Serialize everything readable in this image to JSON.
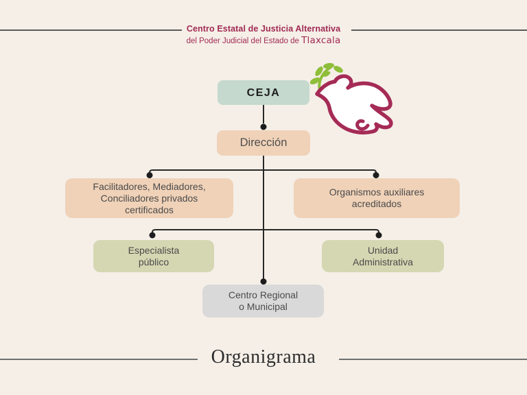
{
  "page": {
    "background_color": "#f5efe8"
  },
  "header": {
    "title": "Centro Estatal de Justicia Alternativa",
    "subtitle_prefix": "del Poder Judicial del Estado de ",
    "subtitle_brand": "Tlaxcala",
    "accent_color": "#a12a52"
  },
  "org_chart": {
    "nodes": {
      "ceja": {
        "label": "CEJA",
        "lines": [
          "CEJA"
        ],
        "color": "#c5d9ce"
      },
      "direccion": {
        "label": "Dirección",
        "lines": [
          "Dirección"
        ],
        "color": "#f0d2b8"
      },
      "facilitadores": {
        "label": "Facilitadores, Mediadores, Conciliadores privados certificados",
        "lines": [
          "Facilitadores, Mediadores,",
          "Conciliadores privados",
          "certificados"
        ],
        "color": "#f0d2b8"
      },
      "organismos": {
        "label": "Organismos auxiliares acreditados",
        "lines": [
          "Organismos auxiliares",
          "acreditados"
        ],
        "color": "#f0d2b8"
      },
      "especialista": {
        "label": "Especialista público",
        "lines": [
          "Especialista",
          "público"
        ],
        "color": "#d5d7b2"
      },
      "unidad": {
        "label": "Unidad Administrativa",
        "lines": [
          "Unidad",
          "Administrativa"
        ],
        "color": "#d5d7b2"
      },
      "centro": {
        "label": "Centro Regional o Municipal",
        "lines": [
          "Centro Regional",
          "o Municipal"
        ],
        "color": "#d9d9d9"
      }
    },
    "edges": [
      {
        "from": "ceja",
        "to": "direccion"
      },
      {
        "from": "direccion",
        "to": "facilitadores"
      },
      {
        "from": "direccion",
        "to": "organismos"
      },
      {
        "from": "direccion",
        "to": "especialista"
      },
      {
        "from": "direccion",
        "to": "unidad"
      },
      {
        "from": "direccion",
        "to": "centro"
      }
    ],
    "connector_color": "#272727"
  },
  "icons": {
    "dove": {
      "name": "dove-with-olive-branch-icon",
      "outline_color": "#a52b56",
      "branch_color": "#8fbe3a"
    }
  },
  "footer": {
    "title": "Organigrama"
  }
}
